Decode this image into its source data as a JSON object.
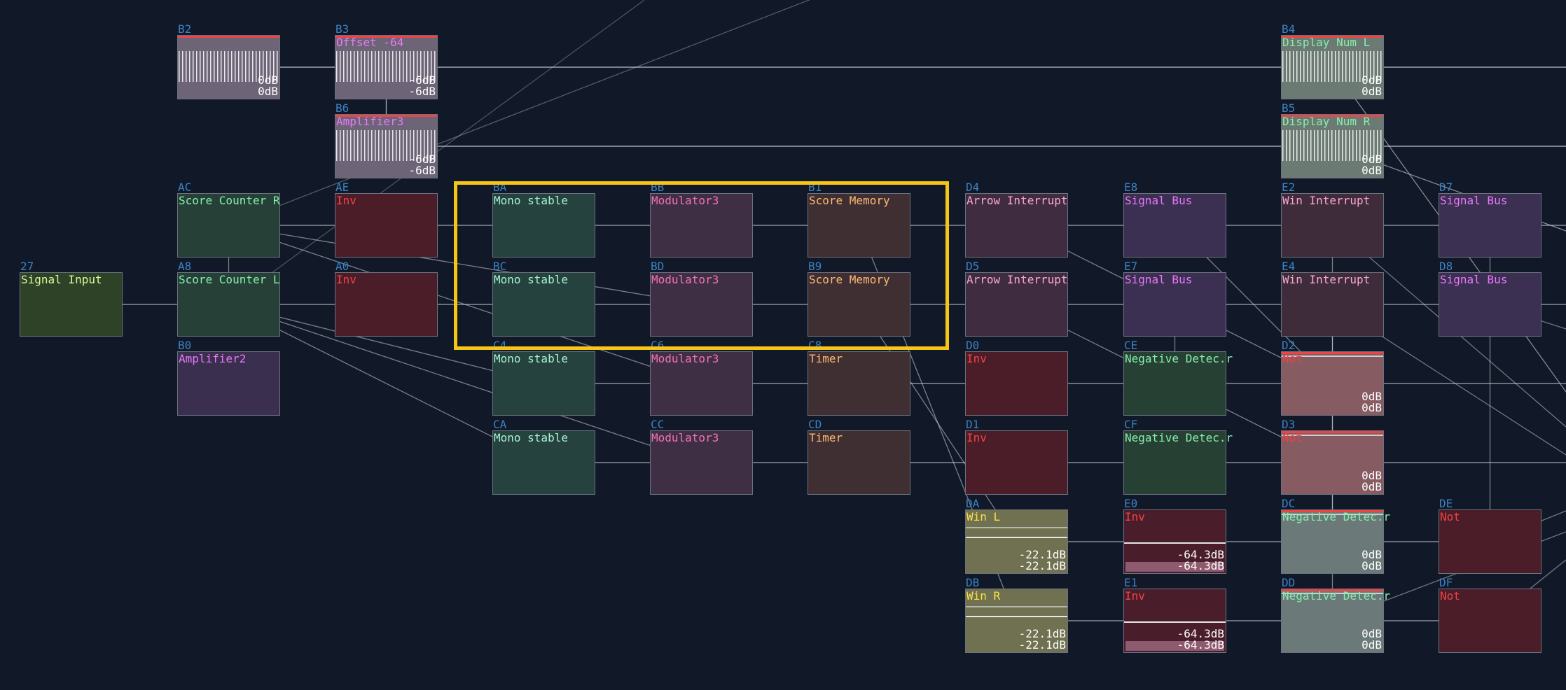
{
  "colors": {
    "background": "#111827",
    "selection": "#f5c518",
    "wire": "#d1d5db",
    "id_label": "#3b82c4"
  },
  "selection_box": {
    "contains": [
      "BA",
      "BB",
      "B1",
      "BC",
      "BD",
      "B9"
    ]
  },
  "modules": [
    {
      "id": "B2",
      "title": "",
      "kind": "display",
      "values": [
        "0dB",
        "0dB"
      ]
    },
    {
      "id": "B3",
      "title": "Offset -64",
      "kind": "display",
      "values": [
        "-6dB",
        "-6dB"
      ]
    },
    {
      "id": "B6",
      "title": "Amplifier3",
      "kind": "display",
      "values": [
        "-6dB",
        "-6dB"
      ]
    },
    {
      "id": "B4",
      "title": "Display Num L",
      "kind": "display",
      "values": [
        "0dB",
        "0dB"
      ]
    },
    {
      "id": "B5",
      "title": "Display Num R",
      "kind": "display",
      "values": [
        "0dB",
        "0dB"
      ]
    },
    {
      "id": "27",
      "title": "Signal Input",
      "kind": "plain",
      "values": []
    },
    {
      "id": "AC",
      "title": "Score Counter R",
      "kind": "plain",
      "values": []
    },
    {
      "id": "A8",
      "title": "Score Counter L",
      "kind": "plain",
      "values": []
    },
    {
      "id": "B0",
      "title": "Amplifier2",
      "kind": "plain",
      "values": []
    },
    {
      "id": "AE",
      "title": "Inv",
      "kind": "plain",
      "values": []
    },
    {
      "id": "A0",
      "title": "Inv",
      "kind": "plain",
      "values": []
    },
    {
      "id": "BA",
      "title": "Mono stable",
      "kind": "plain",
      "values": []
    },
    {
      "id": "BC",
      "title": "Mono stable",
      "kind": "plain",
      "values": []
    },
    {
      "id": "C4",
      "title": "Mono stable",
      "kind": "plain",
      "values": []
    },
    {
      "id": "CA",
      "title": "Mono stable",
      "kind": "plain",
      "values": []
    },
    {
      "id": "BB",
      "title": "Modulator3",
      "kind": "plain",
      "values": []
    },
    {
      "id": "BD",
      "title": "Modulator3",
      "kind": "plain",
      "values": []
    },
    {
      "id": "C6",
      "title": "Modulator3",
      "kind": "plain",
      "values": []
    },
    {
      "id": "CC",
      "title": "Modulator3",
      "kind": "plain",
      "values": []
    },
    {
      "id": "B1",
      "title": "Score Memory",
      "kind": "plain",
      "values": []
    },
    {
      "id": "B9",
      "title": "Score Memory",
      "kind": "plain",
      "values": []
    },
    {
      "id": "C8",
      "title": "Timer",
      "kind": "plain",
      "values": []
    },
    {
      "id": "CD",
      "title": "Timer",
      "kind": "plain",
      "values": []
    },
    {
      "id": "D4",
      "title": "Arrow Interrupt",
      "kind": "plain",
      "values": []
    },
    {
      "id": "D5",
      "title": "Arrow Interrupt",
      "kind": "plain",
      "values": []
    },
    {
      "id": "D0",
      "title": "Inv",
      "kind": "plain",
      "values": []
    },
    {
      "id": "D1",
      "title": "Inv",
      "kind": "plain",
      "values": []
    },
    {
      "id": "DA",
      "title": "Win L",
      "kind": "level",
      "values": [
        "-22.1dB",
        "-22.1dB"
      ]
    },
    {
      "id": "DB",
      "title": "Win R",
      "kind": "level",
      "values": [
        "-22.1dB",
        "-22.1dB"
      ]
    },
    {
      "id": "E8",
      "title": "Signal Bus",
      "kind": "plain",
      "values": []
    },
    {
      "id": "E7",
      "title": "Signal Bus",
      "kind": "plain",
      "values": []
    },
    {
      "id": "CE",
      "title": "Negative Detec.r",
      "kind": "plain",
      "values": []
    },
    {
      "id": "CF",
      "title": "Negative Detec.r",
      "kind": "plain",
      "values": []
    },
    {
      "id": "E0",
      "title": "Inv",
      "kind": "inv_level",
      "values": [
        "-64.3dB",
        "-64.3dB"
      ]
    },
    {
      "id": "E1",
      "title": "Inv",
      "kind": "inv_level",
      "values": [
        "-64.3dB",
        "-64.3dB"
      ]
    },
    {
      "id": "E2",
      "title": "Win Interrupt",
      "kind": "plain",
      "values": []
    },
    {
      "id": "E4",
      "title": "Win Interrupt",
      "kind": "plain",
      "values": []
    },
    {
      "id": "D2",
      "title": "Not",
      "kind": "not_level",
      "values": [
        "0dB",
        "0dB"
      ]
    },
    {
      "id": "D3",
      "title": "Not",
      "kind": "not_level",
      "values": [
        "0dB",
        "0dB"
      ]
    },
    {
      "id": "DC",
      "title": "Negative Detec.r",
      "kind": "neg_level",
      "values": [
        "0dB",
        "0dB"
      ]
    },
    {
      "id": "DD",
      "title": "Negative Detec.r",
      "kind": "neg_level",
      "values": [
        "0dB",
        "0dB"
      ]
    },
    {
      "id": "D7",
      "title": "Signal Bus",
      "kind": "plain",
      "values": []
    },
    {
      "id": "D8",
      "title": "Signal Bus",
      "kind": "plain",
      "values": []
    },
    {
      "id": "DE",
      "title": "Not",
      "kind": "plain",
      "values": []
    },
    {
      "id": "DF",
      "title": "Not",
      "kind": "plain",
      "values": []
    }
  ]
}
